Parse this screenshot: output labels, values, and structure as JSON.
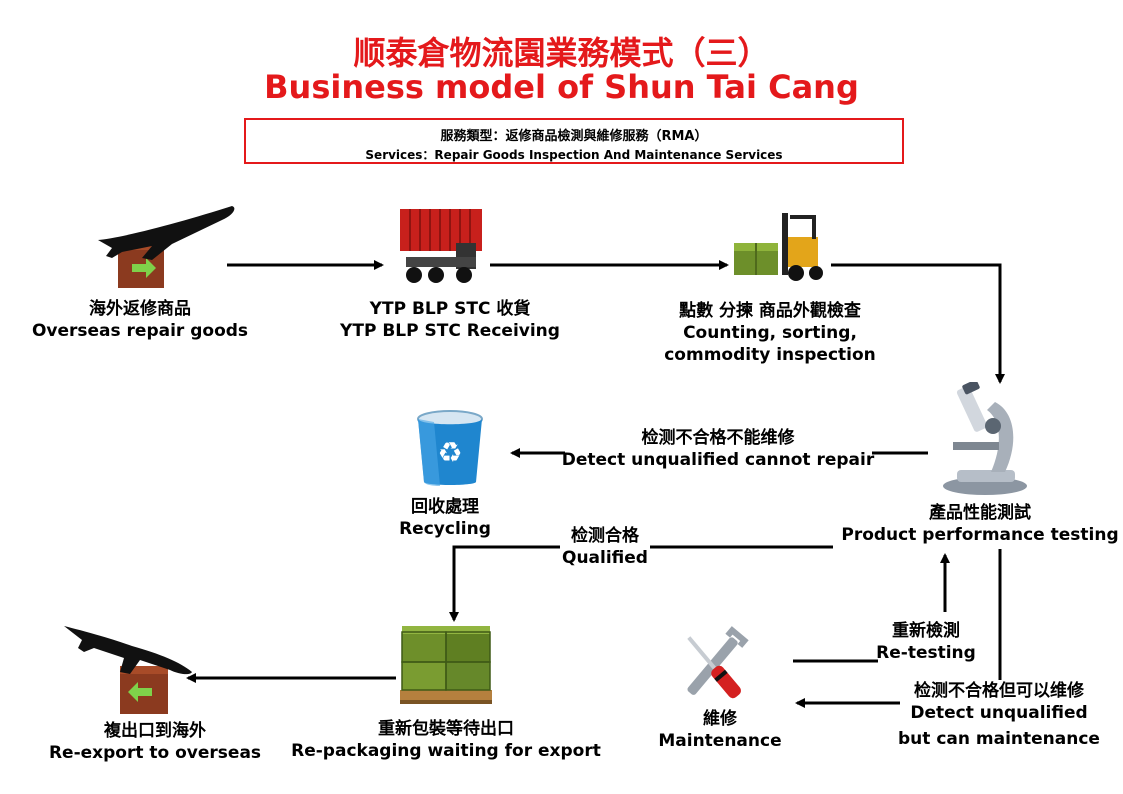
{
  "title": {
    "cn": "顺泰倉物流園業務模式（三）",
    "en": "Business model of Shun Tai Cang"
  },
  "services": {
    "cn": "服務類型：返修商品檢測與維修服務（RMA）",
    "en": "Services：Repair Goods Inspection And Maintenance Services"
  },
  "nodes": {
    "overseas": {
      "cn": "海外返修商品",
      "en": "Overseas repair goods",
      "icon": "airplane-box-icon"
    },
    "receiving": {
      "cn": "YTP BLP STC 收貨",
      "en": "YTP BLP STC Receiving",
      "icon": "container-truck-icon"
    },
    "counting": {
      "cn": "點數 分揀 商品外觀檢查",
      "en1": "Counting, sorting,",
      "en2": "commodity inspection",
      "icon": "forklift-icon"
    },
    "testing": {
      "cn": "產品性能測試",
      "en": "Product performance testing",
      "icon": "microscope-icon"
    },
    "recycling": {
      "cn": "回收處理",
      "en": "Recycling",
      "icon": "recycle-bin-icon"
    },
    "repackaging": {
      "cn": "重新包裝等待出口",
      "en": "Re-packaging waiting for export",
      "icon": "boxes-pallet-icon"
    },
    "reexport": {
      "cn": "複出口到海外",
      "en": "Re-export to overseas",
      "icon": "airplane-box-icon"
    },
    "maintenance": {
      "cn": "維修",
      "en": "Maintenance",
      "icon": "wrench-screwdriver-icon"
    }
  },
  "edges": {
    "unqualified": {
      "cn": "检测不合格不能维修",
      "en": "Detect unqualified cannot repair"
    },
    "qualified": {
      "cn": "检测合格",
      "en": "Qualified"
    },
    "retesting": {
      "cn": "重新檢測",
      "en": "Re-testing"
    },
    "repairable": {
      "cn": "检测不合格但可以维修",
      "en1": "Detect unqualified",
      "en2": "but can maintenance"
    }
  },
  "colors": {
    "title": "#e4191b",
    "arrow": "#000000"
  }
}
